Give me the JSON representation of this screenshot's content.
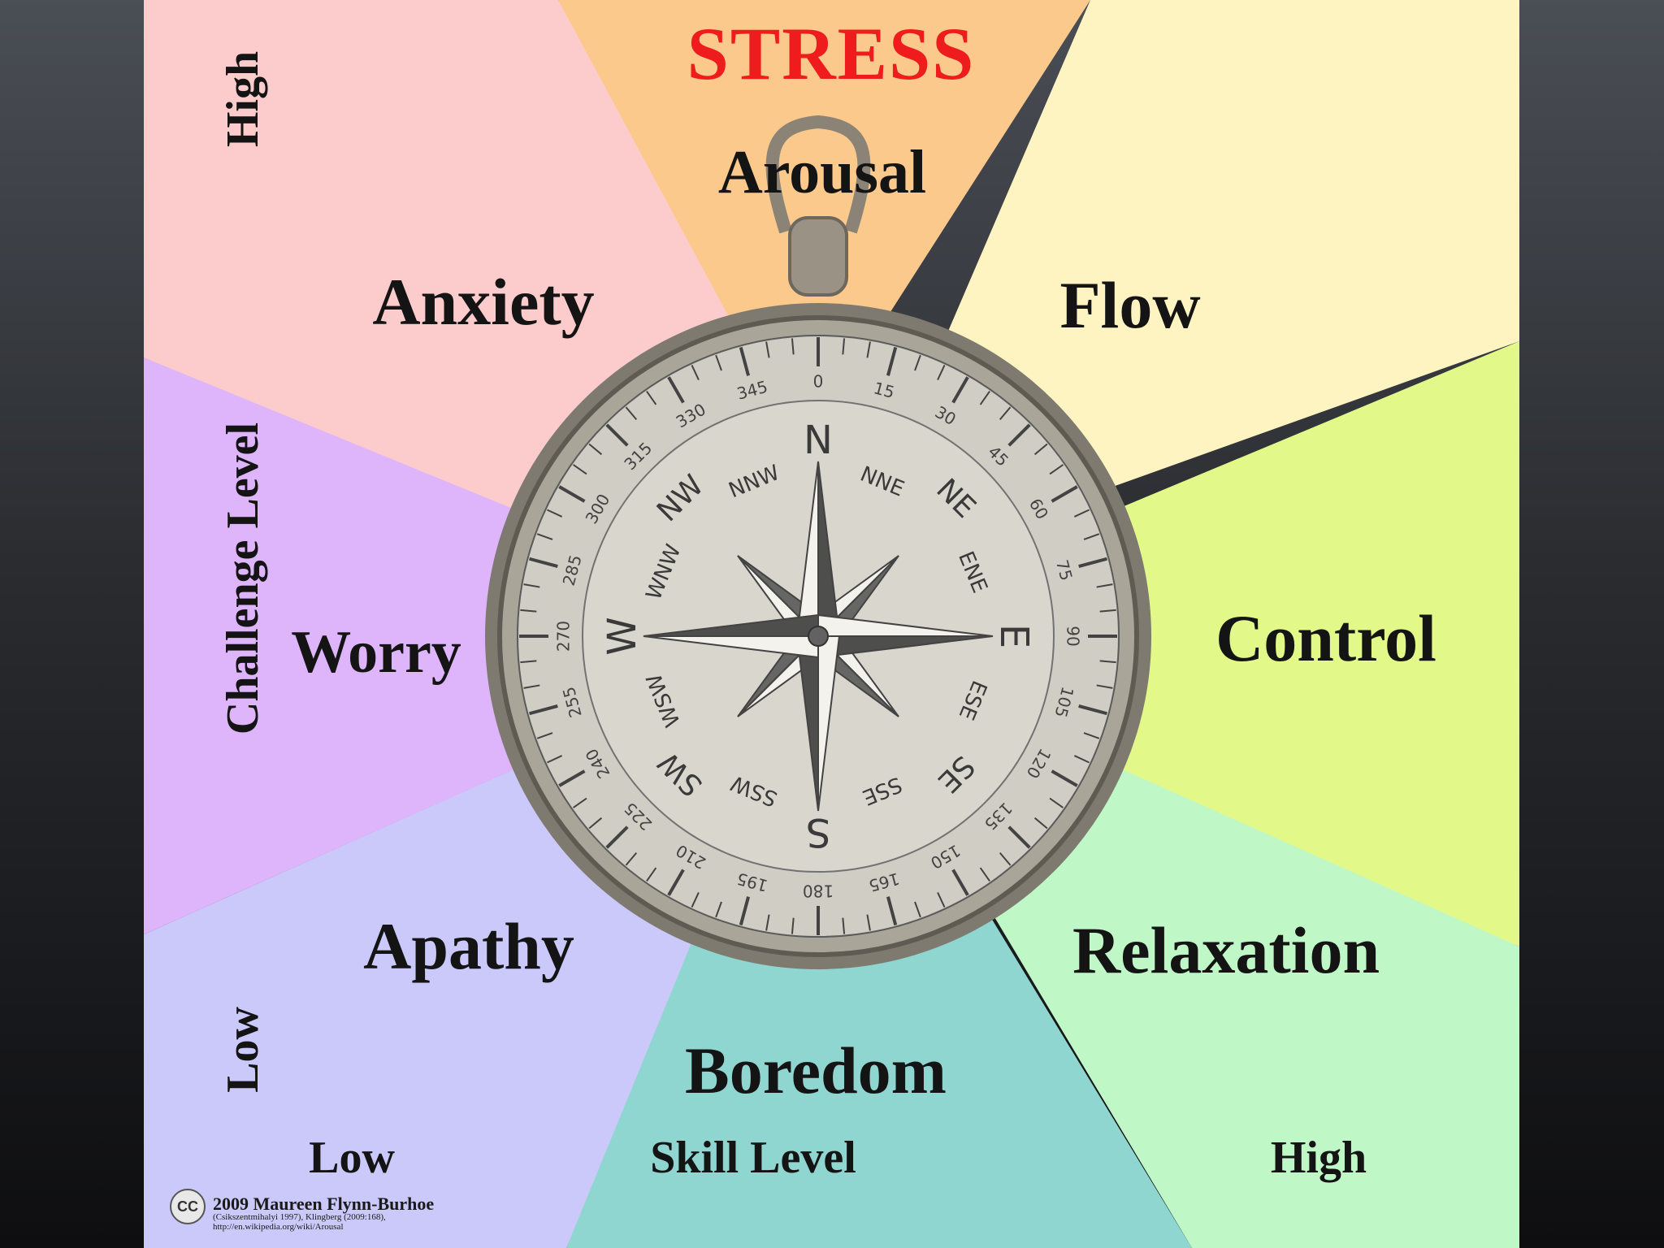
{
  "diagram": {
    "title": "STRESS",
    "center_label": "Arousal",
    "sectors": {
      "arousal": {
        "label": "Arousal",
        "color": "#fbc98c"
      },
      "flow": {
        "label": "Flow",
        "color": "#fdf4c2"
      },
      "control": {
        "label": "Control",
        "color": "#e2f98a"
      },
      "relaxation": {
        "label": "Relaxation",
        "color": "#bff8c6"
      },
      "boredom": {
        "label": "Boredom",
        "color": "#8fd6d0"
      },
      "apathy": {
        "label": "Apathy",
        "color": "#cbc9fa"
      },
      "worry": {
        "label": "Worry",
        "color": "#deb5fa"
      },
      "anxiety": {
        "label": "Anxiety",
        "color": "#fccccc"
      }
    },
    "y_axis": {
      "label": "Challenge Level",
      "high": "High",
      "low": "Low"
    },
    "x_axis": {
      "label": "Skill Level",
      "low": "Low",
      "high": "High"
    },
    "compass": {
      "cardinals": [
        "N",
        "E",
        "S",
        "W"
      ],
      "intercardinals": [
        "NE",
        "SE",
        "SW",
        "NW"
      ],
      "minor": [
        "NNE",
        "ENE",
        "ESE",
        "SSE",
        "SSW",
        "WSW",
        "WNW",
        "NNW"
      ],
      "degree_labels": [
        "0",
        "15",
        "30",
        "45",
        "60",
        "75",
        "90",
        "105",
        "120",
        "135",
        "150",
        "165",
        "180",
        "195",
        "210",
        "225",
        "240",
        "255",
        "270",
        "285",
        "300",
        "315",
        "330",
        "345"
      ]
    },
    "credit": {
      "badge": "CC",
      "line1": "2009 Maureen Flynn-Burhoe",
      "line2": "(Csikszentmihalyi 1997), Klingberg (2009:168),",
      "line3": "http://en.wikipedia.org/wiki/Arousal"
    }
  }
}
